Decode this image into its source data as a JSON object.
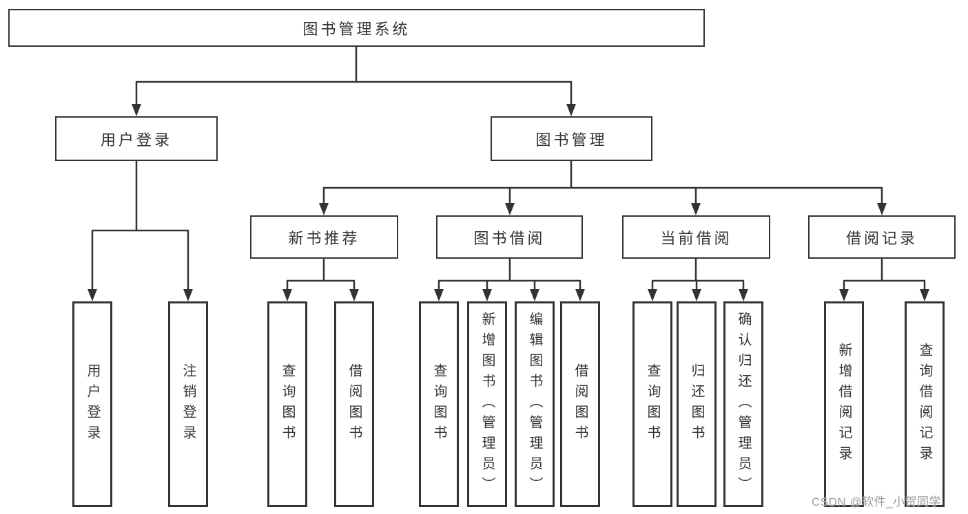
{
  "diagram": {
    "title": "图书管理系统",
    "watermark": "CSDN @软件_小贺同学",
    "colors": {
      "line": "#333333",
      "box_border": "#333333",
      "text": "#333333",
      "background": "#ffffff",
      "watermark": "#9b9b9b"
    },
    "nodes": {
      "root": {
        "label": "图书管理系统"
      },
      "level2": [
        {
          "label": "用户登录",
          "parent": "图书管理系统"
        },
        {
          "label": "图书管理",
          "parent": "图书管理系统"
        }
      ],
      "level3": [
        {
          "label": "新书推荐",
          "parent": "图书管理"
        },
        {
          "label": "图书借阅",
          "parent": "图书管理"
        },
        {
          "label": "当前借阅",
          "parent": "图书管理"
        },
        {
          "label": "借阅记录",
          "parent": "图书管理"
        }
      ],
      "leaves": [
        {
          "label": "用户登录",
          "parent": "用户登录"
        },
        {
          "label": "注销登录",
          "parent": "用户登录"
        },
        {
          "label": "查询图书",
          "parent": "新书推荐"
        },
        {
          "label": "借阅图书",
          "parent": "新书推荐"
        },
        {
          "label": "查询图书",
          "parent": "图书借阅"
        },
        {
          "label": "新增图书（管理员）",
          "parent": "图书借阅"
        },
        {
          "label": "编辑图书（管理员）",
          "parent": "图书借阅"
        },
        {
          "label": "借阅图书",
          "parent": "图书借阅"
        },
        {
          "label": "查询图书",
          "parent": "当前借阅"
        },
        {
          "label": "归还图书",
          "parent": "当前借阅"
        },
        {
          "label": "确认归还（管理员）",
          "parent": "当前借阅"
        },
        {
          "label": "新增借阅记录",
          "parent": "借阅记录"
        },
        {
          "label": "查询借阅记录",
          "parent": "借阅记录"
        }
      ]
    }
  }
}
